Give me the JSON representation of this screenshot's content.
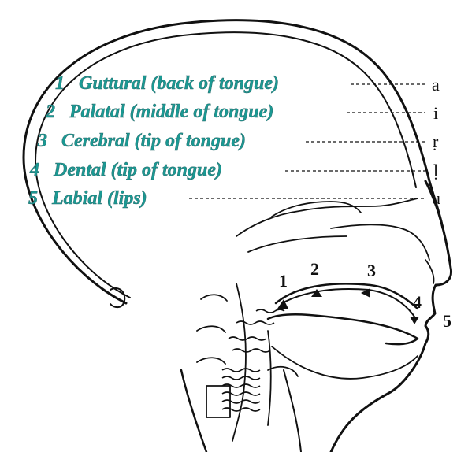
{
  "diagram": {
    "label_color": "#1a9a94",
    "line_color": "#111111",
    "articulation_places": [
      {
        "number": "1",
        "name": "Guttural",
        "detail": "(back of tongue)",
        "vowel": "a"
      },
      {
        "number": "2",
        "name": "Palatal",
        "detail": "(middle of tongue)",
        "vowel": "i"
      },
      {
        "number": "3",
        "name": "Cerebral",
        "detail": "(tip of tongue)",
        "vowel": "ṛ"
      },
      {
        "number": "4",
        "name": "Dental",
        "detail": "(tip of tongue)",
        "vowel": "ḷ"
      },
      {
        "number": "5",
        "name": "Labial",
        "detail": "(lips)",
        "vowel": "u"
      }
    ],
    "mouth_markers": [
      "1",
      "2",
      "3",
      "4",
      "5"
    ]
  }
}
